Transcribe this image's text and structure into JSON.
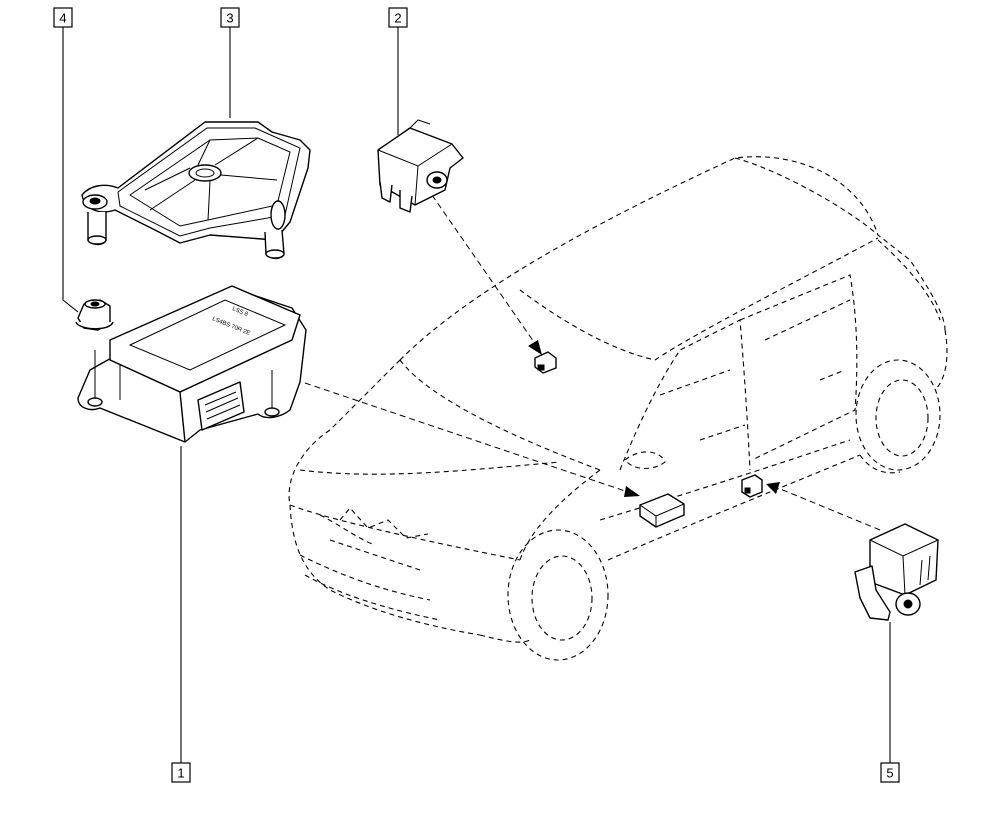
{
  "callouts": [
    {
      "id": "1",
      "label": "1"
    },
    {
      "id": "2",
      "label": "2"
    },
    {
      "id": "3",
      "label": "3"
    },
    {
      "id": "4",
      "label": "4"
    },
    {
      "id": "5",
      "label": "5"
    }
  ],
  "unit_markings": {
    "line1": "LSS 8",
    "line2": "LS4BS 70R 2E"
  },
  "colors": {
    "ink": "#000000",
    "paper": "#ffffff"
  }
}
